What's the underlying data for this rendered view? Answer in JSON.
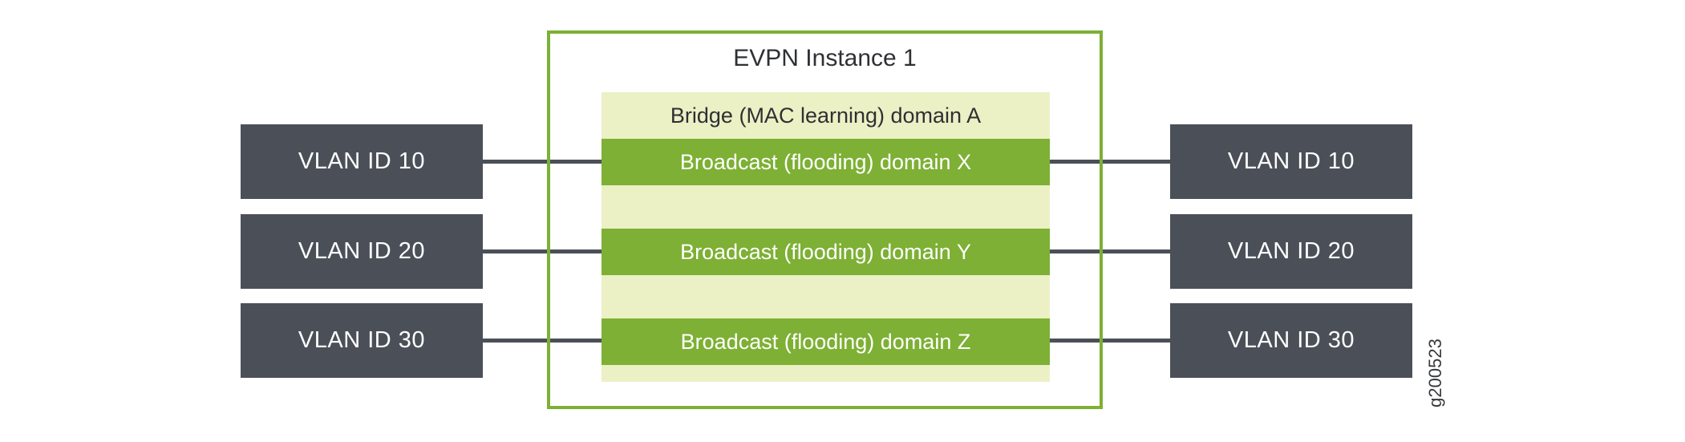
{
  "evpn_instance": {
    "title": "EVPN Instance 1",
    "bridge_domain_label": "Bridge (MAC learning) domain A",
    "broadcast_domains": [
      "Broadcast (flooding) domain X",
      "Broadcast (flooding) domain Y",
      "Broadcast (flooding) domain Z"
    ]
  },
  "left_vlans": [
    "VLAN ID 10",
    "VLAN ID 20",
    "VLAN ID 30"
  ],
  "right_vlans": [
    "VLAN ID 10",
    "VLAN ID 20",
    "VLAN ID 30"
  ],
  "figure_id": "g200523",
  "colors": {
    "accent_green": "#7DB034",
    "light_green": "#ECF0C5",
    "box_gray": "#4B5058",
    "text_dark": "#2E3033",
    "text_light": "#FFFFFF"
  }
}
